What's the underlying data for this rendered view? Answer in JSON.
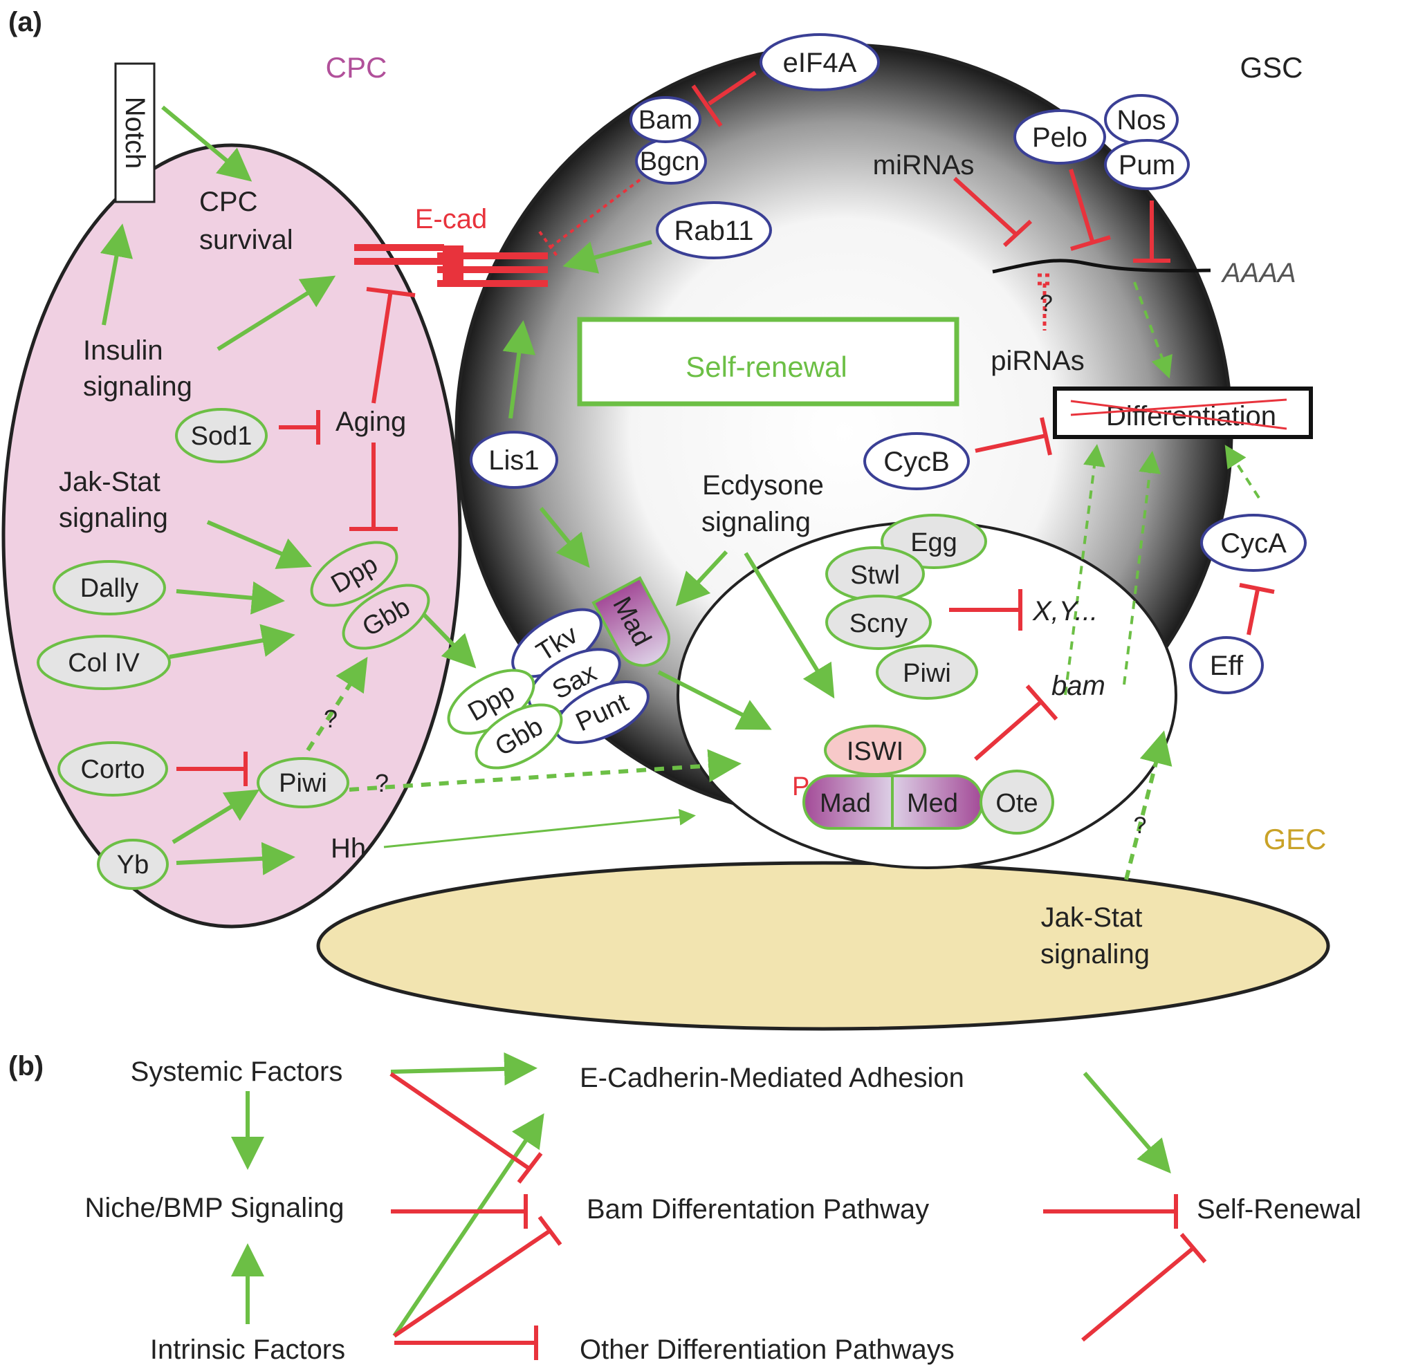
{
  "panel_a": {
    "label": "(a)",
    "regions": {
      "cpc": "CPC",
      "gsc": "GSC",
      "gec": "GEC"
    },
    "cpc": {
      "notch": "Notch",
      "cpc_survival": [
        "CPC",
        "survival"
      ],
      "insulin": [
        "Insulin",
        "signaling"
      ],
      "sod1": "Sod1",
      "aging": "Aging",
      "jak_stat": [
        "Jak-Stat",
        "signaling"
      ],
      "dpp": "Dpp",
      "gbb": "Gbb",
      "dally": "Dally",
      "col_iv": "Col IV",
      "corto": "Corto",
      "piwi": "Piwi",
      "yb": "Yb",
      "hh": "Hh",
      "question_mark": "?"
    },
    "ecad": "E-cad",
    "gsc": {
      "eif4a": "eIF4A",
      "bam": "Bam",
      "bgcn": "Bgcn",
      "rab11": "Rab11",
      "mirnas": "miRNAs",
      "pelo": "Pelo",
      "nos": "Nos",
      "pum": "Pum",
      "aaaa": "AAAA",
      "question_mark": "?",
      "pirnas": "piRNAs",
      "self_renewal": "Self-renewal",
      "differentiation": "Differentiation",
      "lis1": "Lis1",
      "cycb": "CycB",
      "ecdysone": [
        "Ecdysone",
        "signaling"
      ],
      "cyca": "CycA",
      "eff": "Eff",
      "mad": "Mad",
      "tkv": "Tkv",
      "sax": "Sax",
      "punt": "Punt",
      "dpp": "Dpp",
      "gbb": "Gbb"
    },
    "nucleus": {
      "egg": "Egg",
      "stwl": "Stwl",
      "scny": "Scny",
      "piwi": "Piwi",
      "xy": "X,Y...",
      "bam": "bam",
      "iswi": "ISWI",
      "p": "P",
      "mad": "Mad",
      "med": "Med",
      "ote": "Ote"
    },
    "gec": {
      "jak_stat": [
        "Jak-Stat",
        "signaling"
      ],
      "question_mark": "?"
    }
  },
  "panel_b": {
    "label": "(b)",
    "systemic": "Systemic Factors",
    "niche": "Niche/BMP Signaling",
    "intrinsic": "Intrinsic Factors",
    "ecad_adhesion": "E-Cadherin-Mediated Adhesion",
    "bam_pathway": "Bam Differentation Pathway",
    "other_pathways": "Other Differentiation Pathways",
    "self_renewal": "Self-Renewal"
  },
  "colors": {
    "activation_green": "#6cbf45",
    "inhibition_red": "#e8333c",
    "cpc_pink": "#f0d0e2",
    "gec_tan": "#f2e4b0",
    "cpc_purple": "#b1509a",
    "gec_gold": "#c9a227",
    "protein_green_border": "#6cbf45",
    "protein_blue_border": "#3a3f95",
    "mad_purple": "#a34a97",
    "iswi_pink": "#f7c9c9"
  }
}
